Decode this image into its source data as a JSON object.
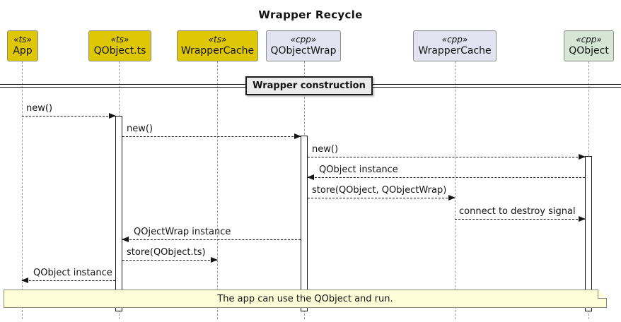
{
  "title": "Wrapper Recycle",
  "divider": {
    "label": "Wrapper construction"
  },
  "participants": [
    {
      "stereotype": "«ts»",
      "name": "App",
      "lang": "ts"
    },
    {
      "stereotype": "«ts»",
      "name": "QObject.ts",
      "lang": "ts"
    },
    {
      "stereotype": "«ts»",
      "name": "WrapperCache",
      "lang": "ts"
    },
    {
      "stereotype": "«cpp»",
      "name": "QObjectWrap",
      "lang": "cpp"
    },
    {
      "stereotype": "«cpp»",
      "name": "WrapperCache",
      "lang": "cpp"
    },
    {
      "stereotype": "«cpp»",
      "name": "QObject",
      "lang": "cpp"
    }
  ],
  "messages": [
    {
      "label": "new()",
      "from": "App",
      "to": "QObject.ts",
      "direction": "right",
      "style": "dotted"
    },
    {
      "label": "new()",
      "from": "QObject.ts",
      "to": "QObjectWrap",
      "direction": "right",
      "style": "dotted"
    },
    {
      "label": "new()",
      "from": "QObjectWrap",
      "to": "QObject",
      "direction": "right",
      "style": "dotted"
    },
    {
      "label": "QObject instance",
      "from": "QObject",
      "to": "QObjectWrap",
      "direction": "left",
      "style": "dotted"
    },
    {
      "label": "store(QObject, QObjectWrap)",
      "from": "QObjectWrap",
      "to": "WrapperCache (cpp)",
      "direction": "right",
      "style": "dotted"
    },
    {
      "label": "connect to destroy signal",
      "from": "WrapperCache (cpp)",
      "to": "QObject",
      "direction": "right",
      "style": "dotted"
    },
    {
      "label": "QOjectWrap instance",
      "from": "QObjectWrap",
      "to": "QObject.ts",
      "direction": "left",
      "style": "dotted"
    },
    {
      "label": "store(QObject.ts)",
      "from": "QObject.ts",
      "to": "WrapperCache (ts)",
      "direction": "right",
      "style": "dotted"
    },
    {
      "label": "QObject instance",
      "from": "QObject.ts",
      "to": "App",
      "direction": "left",
      "style": "dotted"
    }
  ],
  "note": {
    "text": "The app can use the QObject and run."
  },
  "colors": {
    "ts_fill": "#DDC706",
    "cpp_fill": "#E2E2F0",
    "qobject_cpp_fill": "#D5E7D4",
    "note_fill": "#FDFDD8",
    "divider_fill": "#EBEBEB",
    "lifeline": "#9A9A9A",
    "arrow": "#161616"
  }
}
